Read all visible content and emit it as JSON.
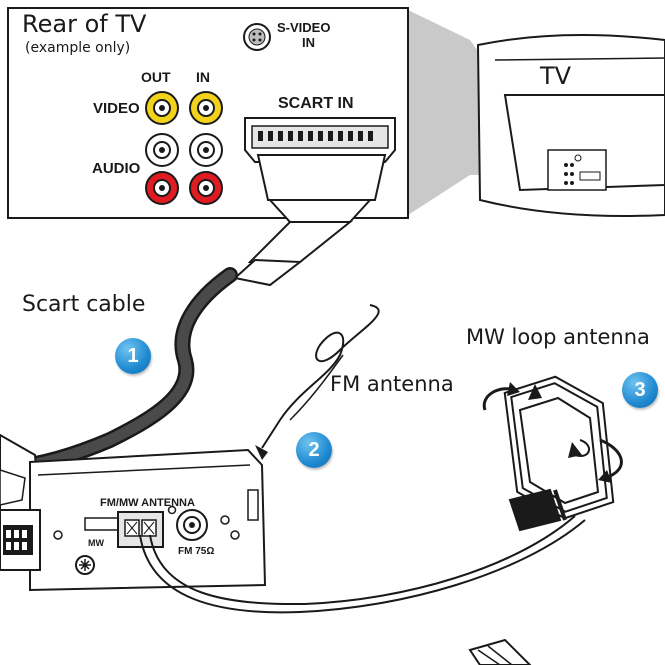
{
  "rear_panel": {
    "title": "Rear of TV",
    "subtitle": "(example only)",
    "svideo_label": "S-VIDEO",
    "svideo_in": "IN",
    "out_label": "OUT",
    "in_label": "IN",
    "video_label": "VIDEO",
    "audio_label": "AUDIO",
    "scart_label": "SCART IN"
  },
  "tv": {
    "label": "TV"
  },
  "cables": {
    "scart_label": "Scart cable",
    "fm_label": "FM antenna",
    "mw_label": "MW loop antenna"
  },
  "unit": {
    "fm_mw_label": "FM/MW ANTENNA",
    "mw_label": "MW",
    "fm_label": "FM 75Ω"
  },
  "steps": [
    "1",
    "2",
    "3"
  ],
  "colors": {
    "video_jack": "#f2d21b",
    "audio_left": "#ffffff",
    "audio_right": "#e11b22",
    "callout": "#1f8ad1",
    "outline": "#1a1a1a"
  }
}
